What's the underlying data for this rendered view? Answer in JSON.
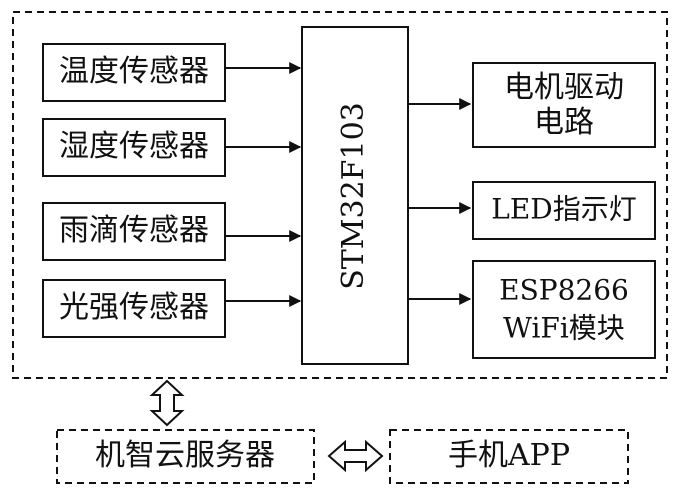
{
  "colors": {
    "stroke": "#111111",
    "background": "#ffffff"
  },
  "sensors": [
    {
      "label": "温度传感器"
    },
    {
      "label": "湿度传感器"
    },
    {
      "label": "雨滴传感器"
    },
    {
      "label": "光强传感器"
    }
  ],
  "mcu": {
    "label": "STM32F103"
  },
  "outputs": {
    "motor": {
      "line1": "电机驱动",
      "line2": "电路"
    },
    "led": {
      "label": "LED指示灯"
    },
    "wifi": {
      "line1": "ESP8266",
      "line2": "WiFi模块"
    }
  },
  "cloud": {
    "label": "机智云服务器"
  },
  "phone": {
    "label": "手机APP"
  }
}
